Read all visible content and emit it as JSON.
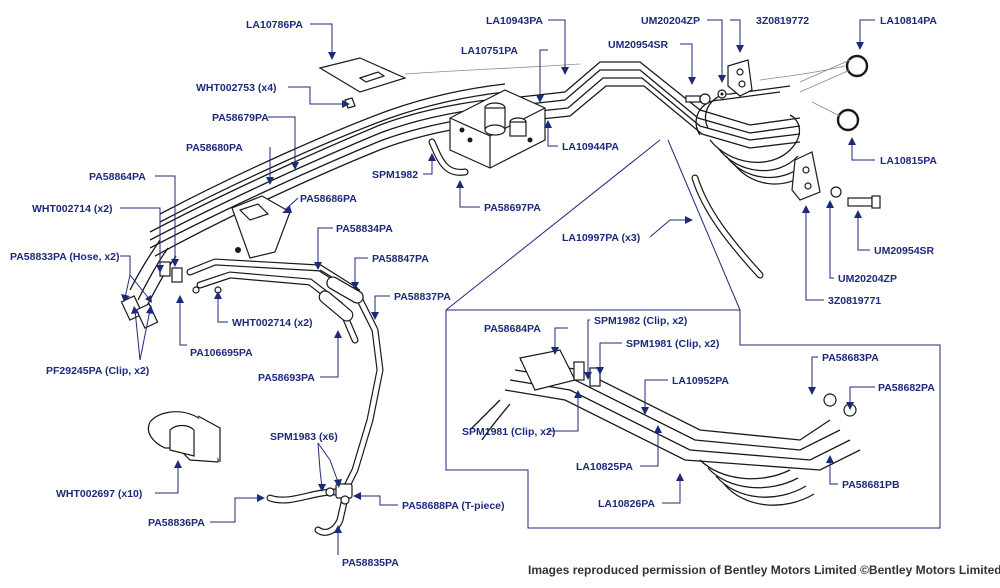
{
  "labels": {
    "la10786pa": "LA10786PA",
    "wht002753": "WHT002753 (x4)",
    "pa58679pa": "PA58679PA",
    "pa58680pa": "PA58680PA",
    "pa58864pa": "PA58864PA",
    "wht002714_a": "WHT002714 (x2)",
    "pa58686pa": "PA58686PA",
    "pa58833pa": "PA58833PA (Hose, x2)",
    "pf29245pa": "PF29245PA (Clip, x2)",
    "pa106695pa": "PA106695PA",
    "wht002714_b": "WHT002714 (x2)",
    "pa58834pa": "PA58834PA",
    "pa58847pa": "PA58847PA",
    "pa58837pa": "PA58837PA",
    "pa58693pa": "PA58693PA",
    "wht002697": "WHT002697 (x10)",
    "spm1983": "SPM1983 (x6)",
    "pa58836pa": "PA58836PA",
    "pa58688pa": "PA58688PA (T-piece)",
    "pa58835pa": "PA58835PA",
    "la10943pa": "LA10943PA",
    "la10751pa": "LA10751PA",
    "spm1982_a": "SPM1982",
    "pa58697pa": "PA58697PA",
    "la10944pa": "LA10944PA",
    "um20204zp_a": "UM20204ZP",
    "3z0819772": "3Z0819772",
    "um20954sr_a": "UM20954SR",
    "la10814pa": "LA10814PA",
    "la10815pa": "LA10815PA",
    "la10997pa": "LA10997PA (x3)",
    "um20954sr_b": "UM20954SR",
    "um20204zp_b": "UM20204ZP",
    "3z0819771": "3Z0819771",
    "pa58684pa": "PA58684PA",
    "spm1982_b": "SPM1982 (Clip, x2)",
    "spm1981_a": "SPM1981 (Clip, x2)",
    "la10952pa": "LA10952PA",
    "pa58683pa": "PA58683PA",
    "pa58682pa": "PA58682PA",
    "spm1981_b": "SPM1981 (Clip, x2)",
    "la10825pa": "LA10825PA",
    "la10826pa": "LA10826PA",
    "pa58681pb": "PA58681PB"
  },
  "copyright": "Images reproduced permission of Bentley Motors Limited ©Bentley Motors Limited"
}
